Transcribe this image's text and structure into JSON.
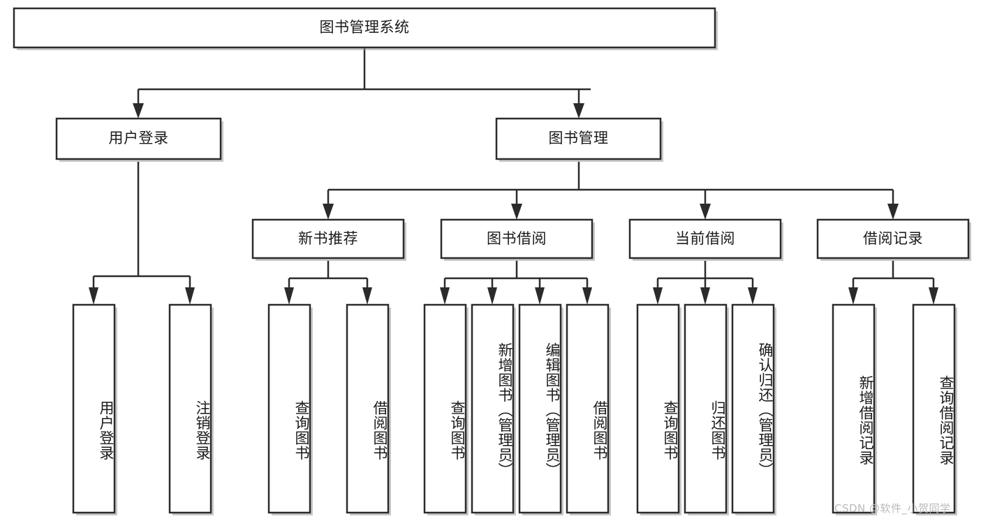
{
  "diagram": {
    "title": "图书管理系统",
    "type": "tree-hierarchy-diagram",
    "colors": {
      "box_stroke": "#2b2b2b",
      "box_fill": "#ffffff",
      "text": "#1a1a1a",
      "watermark": "#b9b9b9",
      "background": "#ffffff"
    },
    "root": {
      "label": "图书管理系统"
    },
    "level2": [
      {
        "label": "用户登录"
      },
      {
        "label": "图书管理"
      }
    ],
    "level3": [
      {
        "label": "新书推荐"
      },
      {
        "label": "图书借阅"
      },
      {
        "label": "当前借阅"
      },
      {
        "label": "借阅记录"
      }
    ],
    "leaves": {
      "user_login": [
        {
          "label": "用户登录"
        },
        {
          "label": "注销登录"
        }
      ],
      "new_book_recommend": [
        {
          "label": "查询图书"
        },
        {
          "label": "借阅图书"
        }
      ],
      "book_borrow": [
        {
          "label": "查询图书"
        },
        {
          "label": "新增图书（管理员）"
        },
        {
          "label": "编辑图书（管理员）"
        },
        {
          "label": "借阅图书"
        }
      ],
      "current_borrow": [
        {
          "label": "查询图书"
        },
        {
          "label": "归还图书"
        },
        {
          "label": "确认归还（管理员）"
        }
      ],
      "borrow_record": [
        {
          "label": "新增借阅记录"
        },
        {
          "label": "查询借阅记录"
        }
      ]
    },
    "watermark": "CSDN @软件_小贺同学"
  }
}
